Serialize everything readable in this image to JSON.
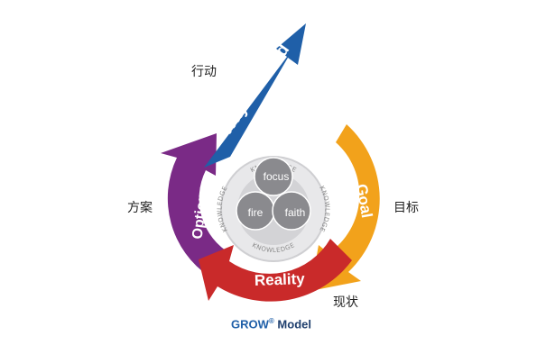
{
  "segments": {
    "way_forward": {
      "label": "Way Forward",
      "color": "#1f5fa8"
    },
    "options": {
      "label": "Options",
      "color": "#7a2a86"
    },
    "goal": {
      "label": "Goal",
      "color": "#f2a21b"
    },
    "reality": {
      "label": "Reality",
      "color": "#c92a2a"
    }
  },
  "center": {
    "ring_text": "KNOWLEDGE",
    "circles": [
      "focus",
      "fire",
      "faith"
    ]
  },
  "chinese_labels": {
    "way_forward": "行动",
    "options": "方案",
    "goal": "目标",
    "reality": "现状"
  },
  "title": {
    "grow": "GROW",
    "reg": "®",
    "model": "Model"
  }
}
